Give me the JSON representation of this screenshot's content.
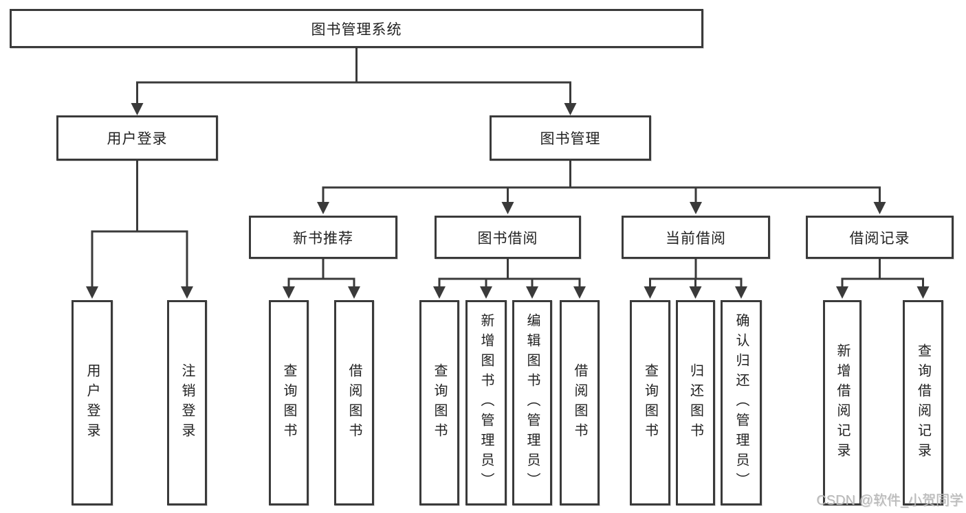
{
  "diagram_title": "图书管理系统",
  "colors": {
    "line": "#3a3a3a",
    "box_border": "#3a3a3a",
    "text": "#222222",
    "background": "#ffffff",
    "watermark": "#b9b9b9"
  },
  "watermark": "CSDN @软件_小贺同学",
  "tree": {
    "root": "图书管理系统",
    "children": [
      {
        "label": "用户登录",
        "children": [
          {
            "label": "用户登录"
          },
          {
            "label": "注销登录"
          }
        ]
      },
      {
        "label": "图书管理",
        "children": [
          {
            "label": "新书推荐",
            "children": [
              {
                "label": "查询图书"
              },
              {
                "label": "借阅图书"
              }
            ]
          },
          {
            "label": "图书借阅",
            "children": [
              {
                "label": "查询图书"
              },
              {
                "label": "新增图书（管理员）"
              },
              {
                "label": "编辑图书（管理员）"
              },
              {
                "label": "借阅图书"
              }
            ]
          },
          {
            "label": "当前借阅",
            "children": [
              {
                "label": "查询图书"
              },
              {
                "label": "归还图书"
              },
              {
                "label": "确认归还（管理员）"
              }
            ]
          },
          {
            "label": "借阅记录",
            "children": [
              {
                "label": "新增借阅记录"
              },
              {
                "label": "查询借阅记录"
              }
            ]
          }
        ]
      }
    ]
  }
}
